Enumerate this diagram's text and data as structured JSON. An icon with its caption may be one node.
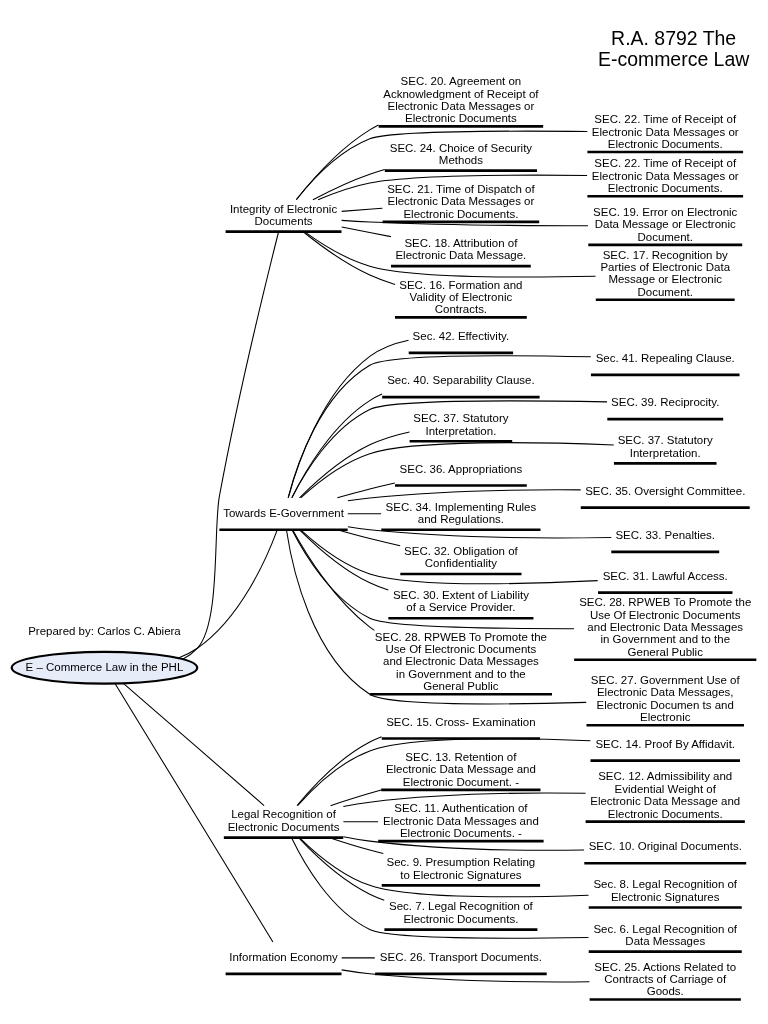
{
  "diagram": {
    "title": "R.A. 8792 The E-commerce Law",
    "nodes": [
      {
        "text": [
          "E – Commerce Law in the PHL"
        ]
      },
      {
        "text": [
          "Integrity of Electronic Documents"
        ]
      },
      {
        "text": [
          "SEC. 20. Agreement on Acknowledgment of Receipt of Electronic Data Messages or Electronic Documents"
        ]
      },
      {
        "text": [
          "SEC. 22. Time of Receipt of Electronic Data Messages or Electronic Documents."
        ]
      },
      {
        "text": [
          "SEC. 24. Choice of Security Methods"
        ]
      },
      {
        "text": [
          "SEC. 22. Time of Receipt of Electronic Data Messages or Electronic Documents."
        ]
      },
      {
        "text": [
          "SEC. 21. Time of Dispatch of Electronic Data Messages or Electronic Documents."
        ]
      },
      {
        "text": [
          "SEC. 19. Error on Electronic Data Message or Electronic Document."
        ]
      },
      {
        "text": [
          "SEC. 18. Attribution of Electronic Data Message."
        ]
      },
      {
        "text": [
          "SEC. 17. Recognition by Parties of Electronic Data Message or Electronic Document."
        ]
      },
      {
        "text": [
          "SEC. 16. Formation and Validity of Electronic Contracts."
        ]
      },
      {
        "text": [
          "Towards E-Government"
        ]
      },
      {
        "text": [
          "Sec. 42. Effectivity."
        ]
      },
      {
        "text": [
          "Sec. 41. Repealing Clause."
        ]
      },
      {
        "text": [
          "Sec. 40. Separability Clause."
        ]
      },
      {
        "text": [
          "SEC. 39. Reciprocity."
        ]
      },
      {
        "text": [
          "SEC. 37. Statutory Interpretation."
        ]
      },
      {
        "text": [
          "SEC. 37. Statutory Interpretation."
        ]
      },
      {
        "text": [
          "SEC. 36. Appropriations"
        ]
      },
      {
        "text": [
          "SEC. 35. Oversight Committee."
        ]
      },
      {
        "text": [
          "SEC. 34. Implementing Rules and Regulations."
        ]
      },
      {
        "text": [
          "SEC. 33. Penalties."
        ]
      },
      {
        "text": [
          "SEC. 32. Obligation of Confidentiality"
        ]
      },
      {
        "text": [
          "SEC. 31. Lawful Access."
        ]
      },
      {
        "text": [
          "SEC. 30. Extent of Liability of a Service Provider."
        ]
      },
      {
        "text": [
          "SEC. 28. RPWEB To Promote the Use Of Electronic Documents and Electronic Data Messages in Government and to the General Public"
        ]
      },
      {
        "text": [
          "SEC. 28. RPWEB To Promote the Use Of Electronic Documents and Electronic Data Messages in Government and to the General Public"
        ]
      },
      {
        "text": [
          "SEC. 27. Government Use of Electronic Data Messages, Electronic Documen ts and Electronic"
        ]
      },
      {
        "text": [
          "Legal Recognition of Electronic Documents"
        ]
      },
      {
        "text": [
          "SEC. 15. Cross- Examination"
        ]
      },
      {
        "text": [
          "SEC. 14. Proof By Affidavit."
        ]
      },
      {
        "text": [
          "SEC. 13. Retention of Electronic Data Message and Electronic Document. -"
        ]
      },
      {
        "text": [
          "SEC. 12. Admissibility and Evidential Weight of Electronic Data Message and Electronic Documents."
        ]
      },
      {
        "text": [
          "SEC. 11. Authentication of Electronic Data Messages and Electronic Documents. -"
        ]
      },
      {
        "text": [
          "SEC. 10. Original Documents."
        ]
      },
      {
        "text": [
          "Sec. 9. Presumption Relating to Electronic Signatures"
        ]
      },
      {
        "text": [
          "Sec. 8. Legal Recognition of Electronic Signatures"
        ]
      },
      {
        "text": [
          "Sec. 7. Legal Recognition of Electronic Documents."
        ]
      },
      {
        "text": [
          "Sec. 6. Legal Recognition of Data Messages"
        ]
      },
      {
        "text": [
          "Information Economy"
        ]
      },
      {
        "text": [
          "SEC. 26. Transport Documents."
        ]
      },
      {
        "text": [
          "SEC. 25. Actions Related to Contracts of Carriage of Goods."
        ]
      }
    ],
    "edges": [
      {
        "from": 0,
        "to": 1,
        "arrow": "none"
      },
      {
        "from": 1,
        "to": 2,
        "arrow": "none"
      },
      {
        "from": 1,
        "to": 3,
        "arrow": "none"
      },
      {
        "from": 1,
        "to": 4,
        "arrow": "none"
      },
      {
        "from": 1,
        "to": 5,
        "arrow": "none"
      },
      {
        "from": 1,
        "to": 6,
        "arrow": "none"
      },
      {
        "from": 1,
        "to": 7,
        "arrow": "none"
      },
      {
        "from": 1,
        "to": 8,
        "arrow": "none"
      },
      {
        "from": 1,
        "to": 9,
        "arrow": "none"
      },
      {
        "from": 1,
        "to": 10,
        "arrow": "none"
      },
      {
        "from": 0,
        "to": 11,
        "arrow": "none"
      },
      {
        "from": 11,
        "to": 12,
        "arrow": "none"
      },
      {
        "from": 11,
        "to": 13,
        "arrow": "none"
      },
      {
        "from": 11,
        "to": 14,
        "arrow": "none"
      },
      {
        "from": 11,
        "to": 15,
        "arrow": "none"
      },
      {
        "from": 11,
        "to": 16,
        "arrow": "none"
      },
      {
        "from": 11,
        "to": 17,
        "arrow": "none"
      },
      {
        "from": 11,
        "to": 18,
        "arrow": "none"
      },
      {
        "from": 11,
        "to": 19,
        "arrow": "none"
      },
      {
        "from": 11,
        "to": 20,
        "arrow": "none"
      },
      {
        "from": 11,
        "to": 21,
        "arrow": "none"
      },
      {
        "from": 11,
        "to": 22,
        "arrow": "none"
      },
      {
        "from": 11,
        "to": 23,
        "arrow": "none"
      },
      {
        "from": 11,
        "to": 24,
        "arrow": "none"
      },
      {
        "from": 11,
        "to": 25,
        "arrow": "none"
      },
      {
        "from": 11,
        "to": 26,
        "arrow": "none"
      },
      {
        "from": 11,
        "to": 27,
        "arrow": "none"
      },
      {
        "from": 0,
        "to": 28,
        "arrow": "none"
      },
      {
        "from": 28,
        "to": 29,
        "arrow": "none"
      },
      {
        "from": 28,
        "to": 30,
        "arrow": "none"
      },
      {
        "from": 28,
        "to": 31,
        "arrow": "none"
      },
      {
        "from": 28,
        "to": 32,
        "arrow": "none"
      },
      {
        "from": 28,
        "to": 33,
        "arrow": "none"
      },
      {
        "from": 28,
        "to": 34,
        "arrow": "none"
      },
      {
        "from": 28,
        "to": 35,
        "arrow": "none"
      },
      {
        "from": 28,
        "to": 36,
        "arrow": "none"
      },
      {
        "from": 28,
        "to": 37,
        "arrow": "none"
      },
      {
        "from": 28,
        "to": 38,
        "arrow": "none"
      },
      {
        "from": 0,
        "to": 39,
        "arrow": "none"
      },
      {
        "from": 39,
        "to": 40,
        "arrow": "none"
      },
      {
        "from": 39,
        "to": 41,
        "arrow": "none"
      }
    ],
    "labels": [
      "Prepared by: Carlos C. Abiera"
    ]
  }
}
